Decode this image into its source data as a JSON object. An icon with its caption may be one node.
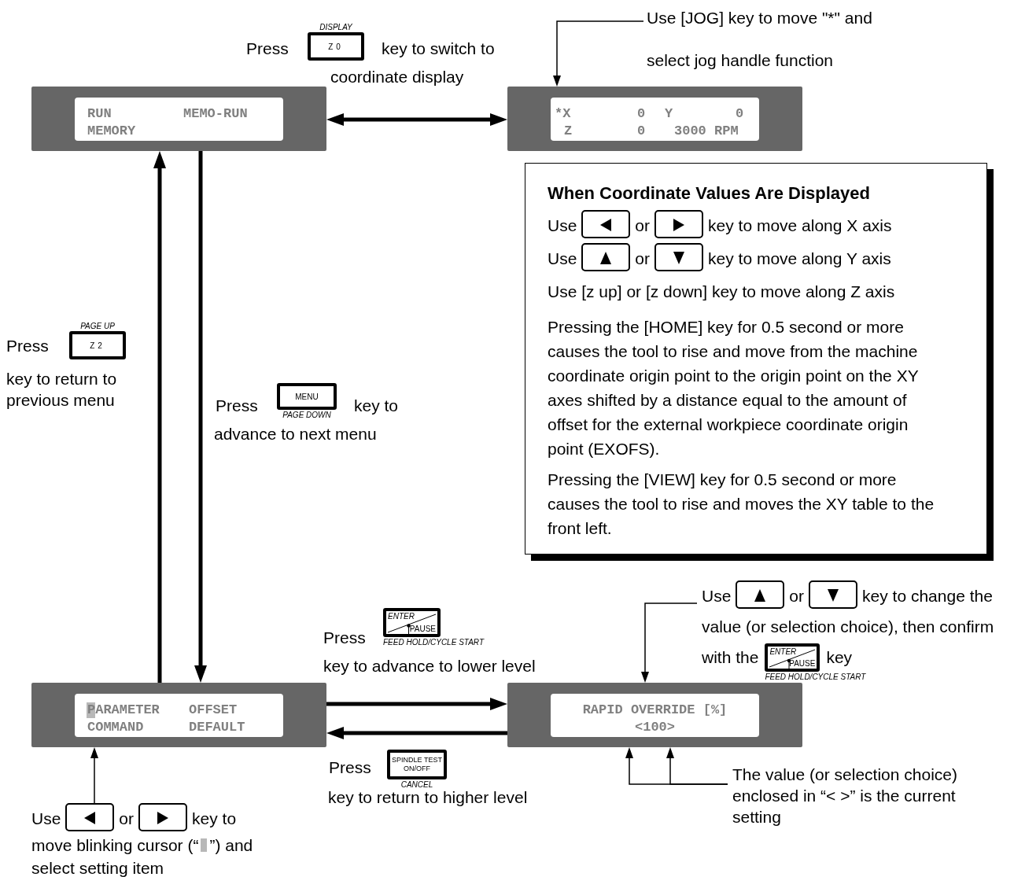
{
  "diagram": {
    "nodes": [
      {
        "text": [
          "RUN",
          "MEMO-RUN",
          "MEMORY"
        ]
      },
      {
        "text": [
          "*X",
          "0",
          "Y",
          "0",
          "Z",
          "0",
          "3000 RPM"
        ]
      },
      {
        "text": [
          "PARAMETER",
          "OFFSET",
          "COMMAND",
          "DEFAULT"
        ]
      },
      {
        "text": [
          "RAPID OVERRIDE [%]",
          "<100>"
        ]
      },
      {
        "text": [
          "Use [JOG] key to move \"*\" and",
          "select jog handle function"
        ]
      },
      {
        "text": [
          "When Coordinate Values Are Displayed",
          "Use",
          "or",
          "key to move along X axis",
          "Use",
          "or",
          "key to move along Y axis",
          "Use [z up] or [z down] key to move along Z axis",
          "Pressing the [HOME] key for 0.5 second or more causes the tool to rise and move from the machine coordinate origin point to the origin point on the XY axes shifted by a distance equal to the amount of offset for the external workpiece coordinate origin point (EXOFS).",
          "Pressing the [VIEW] key for 0.5 second or more causes the tool to rise and moves the XY table to the front left."
        ]
      },
      {
        "text": [
          "Use",
          "or",
          "key to move blinking cursor (“",
          "”) and select setting item"
        ]
      },
      {
        "text": [
          "Use",
          "or",
          "key to change the value (or selection choice), then confirm with the",
          "ENTER",
          "PAUSE",
          "key",
          "FEED HOLD/CYCLE START"
        ]
      },
      {
        "text": [
          "The value (or selection choice) enclosed in “< >” is the current setting"
        ]
      }
    ],
    "edges": [
      {
        "from": 0,
        "to": 1,
        "arrow": "both",
        "style": "thick"
      },
      {
        "from": 0,
        "to": 2,
        "arrow": "to",
        "style": "thick"
      },
      {
        "from": 2,
        "to": 0,
        "arrow": "to",
        "style": "thick"
      },
      {
        "from": 2,
        "to": 3,
        "arrow": "to",
        "style": "thick"
      },
      {
        "from": 3,
        "to": 2,
        "arrow": "to",
        "style": "thick"
      },
      {
        "from": 4,
        "to": 1,
        "arrow": "to"
      },
      {
        "from": 6,
        "to": 2,
        "arrow": "to"
      },
      {
        "from": 7,
        "to": 3,
        "arrow": "to"
      },
      {
        "from": 8,
        "to": 3,
        "arrow": "to"
      },
      {
        "from": 8,
        "to": 3,
        "arrow": "to"
      }
    ],
    "labels": [
      "Press",
      "DISPLAY",
      "Z0",
      "key to switch to coordinate display",
      "Press",
      "PAGE UP",
      "Z2",
      "key to return to previous menu",
      "Press",
      "MENU",
      "PAGE DOWN",
      "key to advance to next menu",
      "Press",
      "ENTER",
      "PAUSE",
      "FEED HOLD/CYCLE START",
      "key to advance to lower level",
      "Press",
      "SPINDLE TEST ON/OFF",
      "CANCEL",
      "key to return to higher level"
    ]
  }
}
